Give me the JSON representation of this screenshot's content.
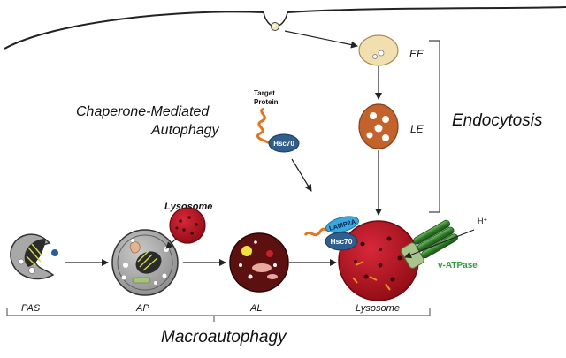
{
  "labels": {
    "cma_line1": "Chaperone-Mediated",
    "cma_line2": "Autophagy",
    "target_line1": "Target",
    "target_line2": "Protein",
    "hsc70_cma": "Hsc70",
    "hsc70_lys": "Hsc70",
    "lamp2a": "LAMP2A",
    "ee": "EE",
    "le": "LE",
    "endocytosis": "Endocytosis",
    "lysosome_small": "Lysosome",
    "proton": "H⁺",
    "vatpase": "v-ATPase",
    "pas": "PAS",
    "ap": "AP",
    "al": "AL",
    "lysosome_big": "Lysosome",
    "macroautophagy": "Macroautophagy"
  },
  "colors": {
    "vatpase": "#2e9e3e",
    "hsc70": "#2f5e8f",
    "lamp2a": "#3aa8e0",
    "lysosome": "#b5121b",
    "early_endosome": "#f1dfb0",
    "late_endosome": "#c4622b",
    "autolysosome": "#5c1010",
    "target_protein": "#e8731a"
  }
}
